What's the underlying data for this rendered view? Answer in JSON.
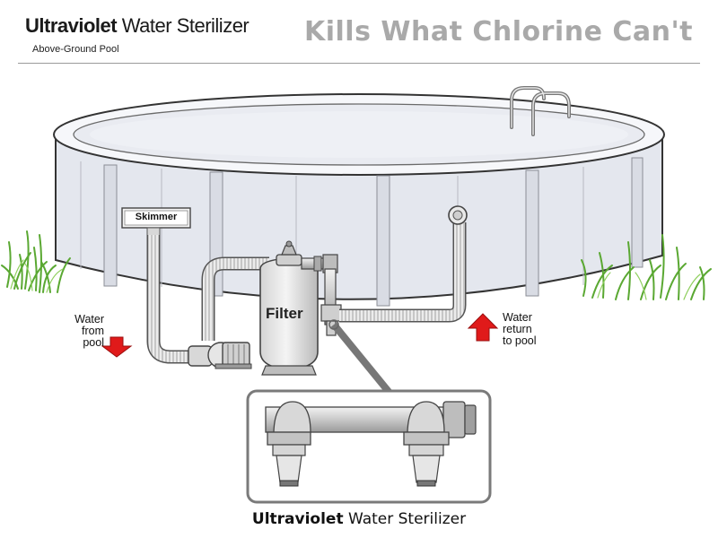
{
  "header": {
    "brand_bold": "Ultraviolet",
    "brand_rest": "Water Sterilizer",
    "subtitle": "Above-Ground Pool",
    "tagline": "Kills What Chlorine Can't"
  },
  "labels": {
    "skimmer": "Skimmer",
    "filter": "Filter",
    "water_from_line1": "Water",
    "water_from_line2": "from",
    "water_from_line3": "pool",
    "water_return_line1": "Water",
    "water_return_line2": "return",
    "water_return_line3": "to pool"
  },
  "caption": {
    "bold": "Ultraviolet",
    "rest": "Water Sterilizer"
  },
  "colors": {
    "arrow_red": "#e01a1a",
    "pool_wall": "#e4e7ee",
    "water": "#eef0f5",
    "grass": "#5aa832",
    "title_gray": "#a9a9a9"
  }
}
